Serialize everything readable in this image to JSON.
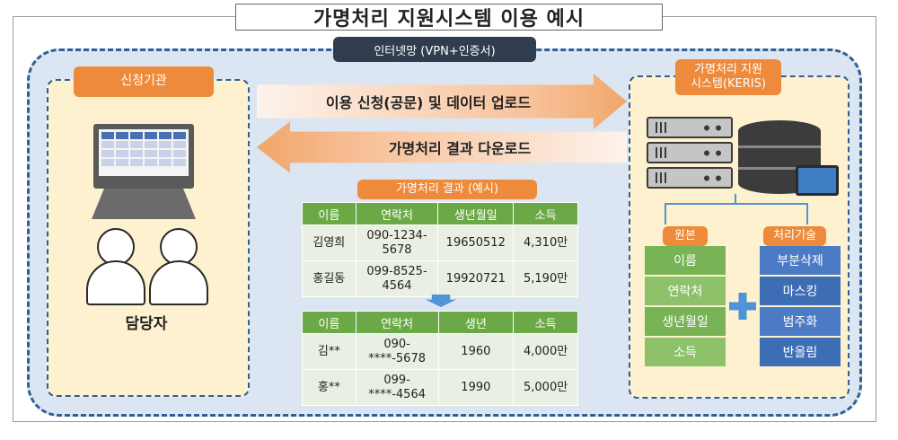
{
  "title": "가명처리 지원시스템 이용 예시",
  "network_label": "인터넷망 (VPN+인증서)",
  "agency": {
    "label": "신청기관",
    "staff_label": "담당자"
  },
  "system": {
    "label_line1": "가명처리 지원",
    "label_line2": "시스템(KERIS)"
  },
  "flows": {
    "upload": "이용 신청(공문) 및 데이터 업로드",
    "download": "가명처리 결과 다운로드"
  },
  "result": {
    "label": "가명처리 결과 (예시)",
    "original_table": {
      "headers": [
        "이름",
        "연락처",
        "생년월일",
        "소득"
      ],
      "rows": [
        [
          "김영희",
          "090-1234-5678",
          "19650512",
          "4,310만"
        ],
        [
          "홍길동",
          "099-8525-4564",
          "19920721",
          "5,190만"
        ]
      ]
    },
    "masked_table": {
      "headers": [
        "이름",
        "연락처",
        "생년",
        "소득"
      ],
      "rows": [
        [
          "김**",
          "090-****-5678",
          "1960",
          "4,000만"
        ],
        [
          "홍**",
          "099-****-4564",
          "1990",
          "5,000만"
        ]
      ]
    }
  },
  "original_data": {
    "label": "원본",
    "items": [
      "이름",
      "연락처",
      "생년월일",
      "소득"
    ]
  },
  "techniques": {
    "label": "처리기술",
    "items": [
      "부분삭제",
      "마스킹",
      "범주화",
      "반올림"
    ]
  },
  "colors": {
    "accent_orange": "#ee8a3b",
    "network_blue": "#2f5f96",
    "table_green": "#6ba946",
    "tech_blue": "#4a7bc4"
  }
}
